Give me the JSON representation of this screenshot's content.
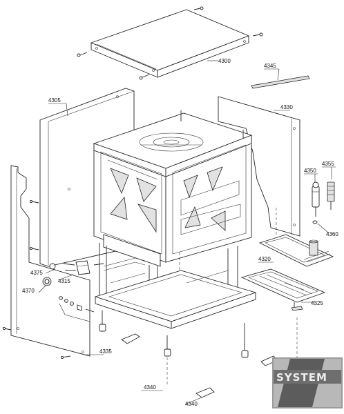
{
  "labels": {
    "l4300": "4300",
    "l4345": "4345",
    "l4305": "4305",
    "l4330": "4330",
    "l4350": "4350",
    "l4355": "4355",
    "l4360": "4360",
    "l4320": "4320",
    "l4325": "4325",
    "l4375": "4375",
    "l4315": "4315",
    "l4370": "4370",
    "l4335": "4335",
    "l4340a": "4340",
    "l4340b": "4340"
  },
  "logo": {
    "text": "SYSTEM",
    "accent": "#7a7a7a"
  }
}
